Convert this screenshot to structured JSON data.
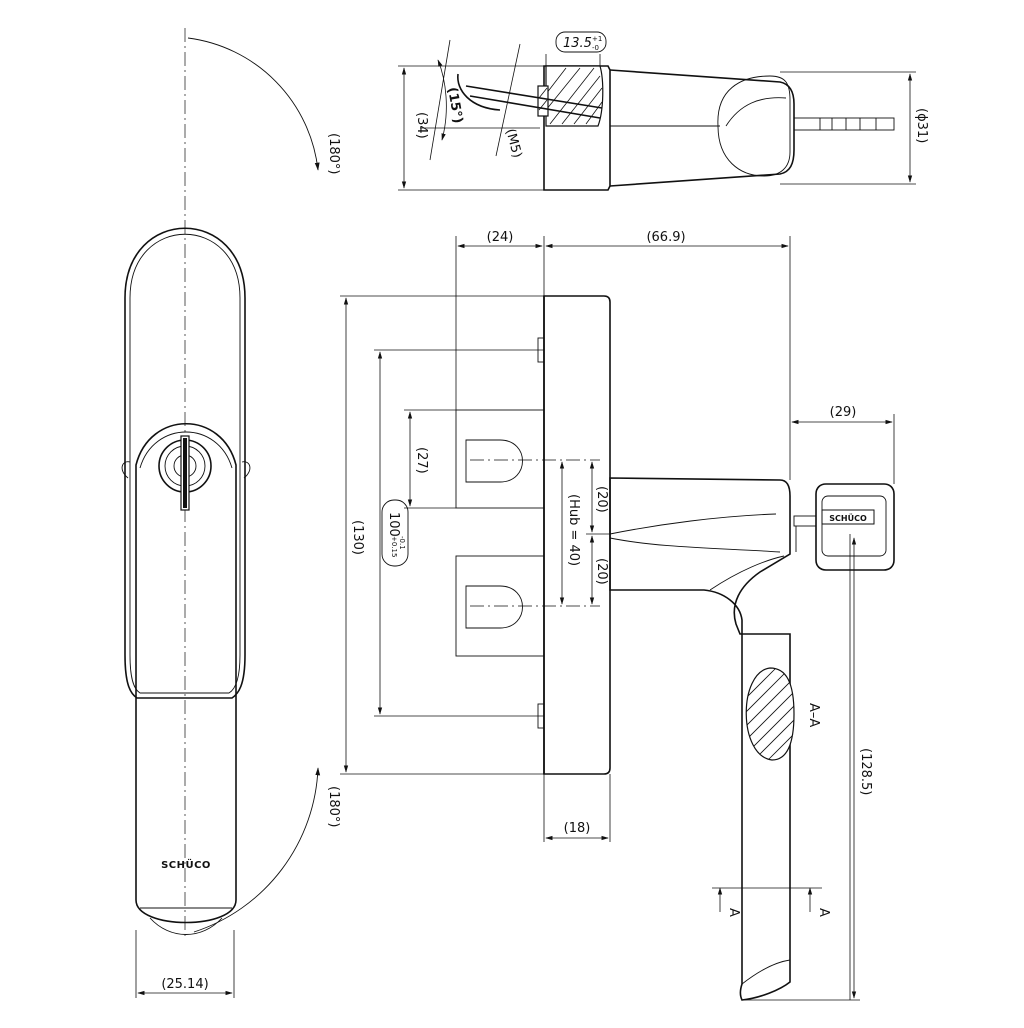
{
  "brand": {
    "logo_text": "SCHÜCO"
  },
  "top_view": {
    "dim_13_5": "13.5",
    "dim_13_5_tol_plus": "+1",
    "dim_13_5_tol_minus": "-0",
    "angle_15": "(15°)",
    "dim_34": "(34)",
    "thread_m5": "(M5)",
    "dia_31": "(ϕ31)"
  },
  "left_view": {
    "rotation_top": "(180°)",
    "rotation_bottom": "(180°)",
    "width_dim": "(25.14)"
  },
  "side_view": {
    "dim_24": "(24)",
    "dim_66_9": "(66.9)",
    "dim_29": "(29)",
    "dim_130": "(130)",
    "dim_100": "100",
    "dim_100_tol_plus": "+0.15",
    "dim_100_tol_minus": "-0.1",
    "dim_27": "(27)",
    "hub": "(Hub = 40)",
    "dim_20_upper": "(20)",
    "dim_20_lower": "(20)",
    "dim_18": "(18)",
    "dim_128_5": "(128.5)",
    "section_label": "A–A",
    "section_marker": "A"
  }
}
